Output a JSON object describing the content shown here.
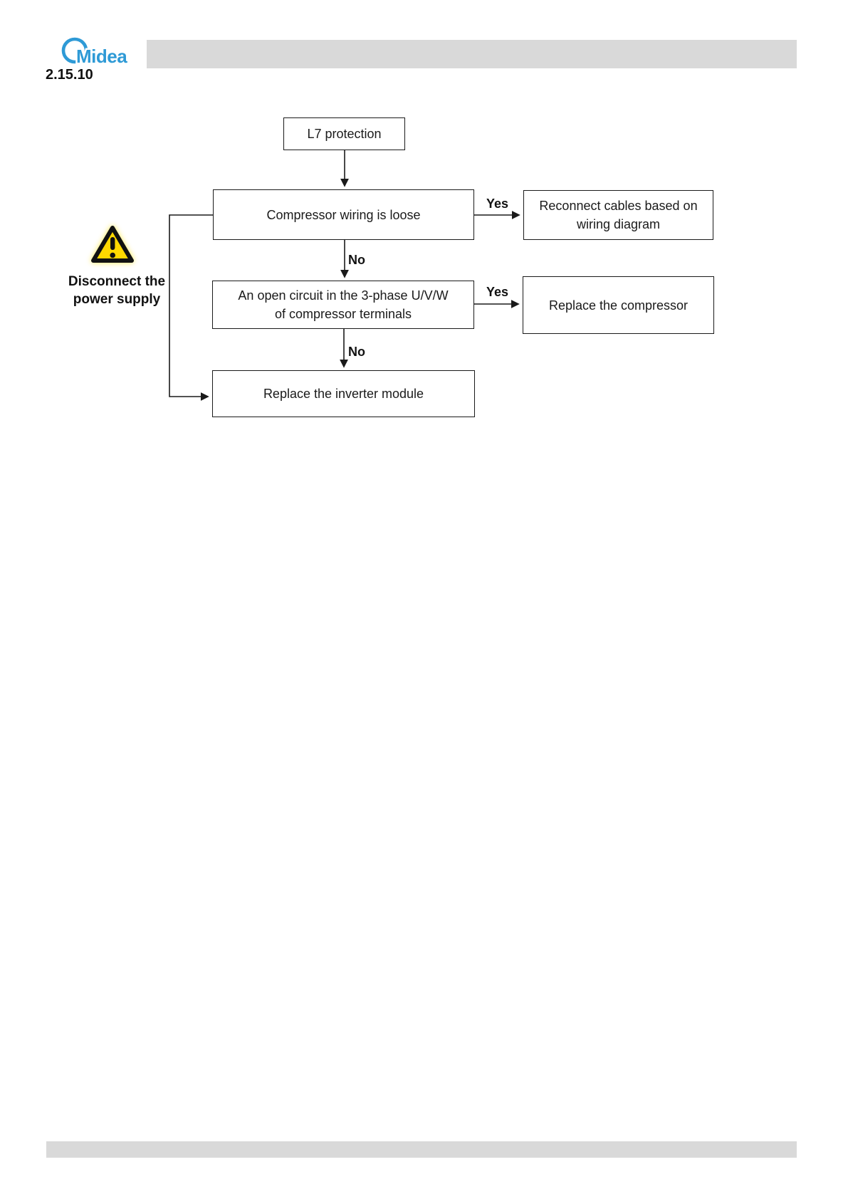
{
  "header": {
    "logo_text": "Midea",
    "section_number": "2.15.10"
  },
  "flowchart": {
    "start_label": "L7 protection",
    "decision1_label": "Compressor wiring is loose",
    "action1_line1": "Reconnect cables based on",
    "action1_line2": "wiring diagram",
    "decision2_line1": "An open circuit in the 3-phase U/V/W",
    "decision2_line2": "of compressor terminals",
    "action2_label": "Replace the compressor",
    "final_label": "Replace the inverter module",
    "yes_label": "Yes",
    "no_label": "No",
    "warning_line1": "Disconnect the",
    "warning_line2": "power supply"
  },
  "icons": {
    "warning": "warning-triangle-icon",
    "brand": "midea-logo-icon"
  },
  "colors": {
    "brand_blue": "#2E9AD6",
    "bar_gray": "#D9D9D9",
    "warning_yellow": "#FFD800",
    "line_black": "#1A1A1A",
    "page_background": "#FFFFFF"
  }
}
